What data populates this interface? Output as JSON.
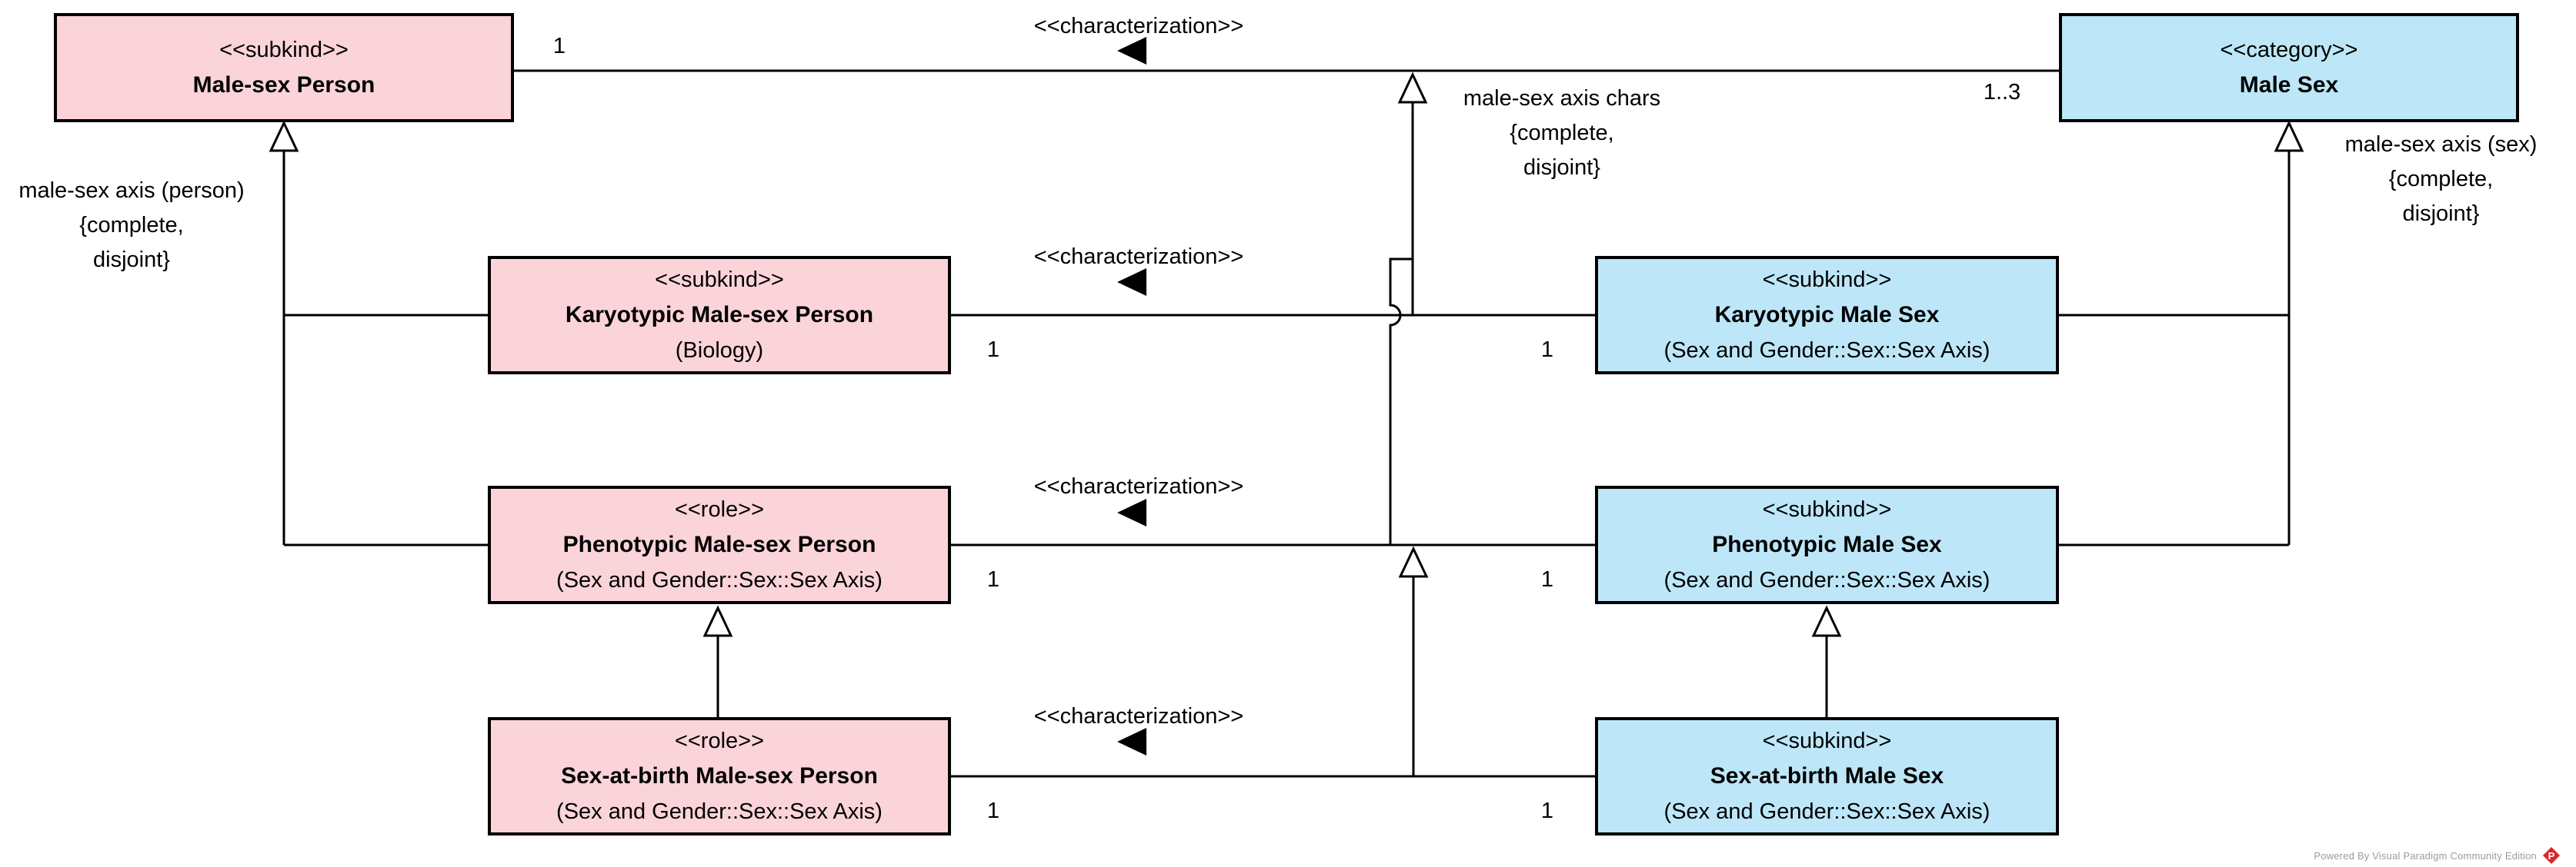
{
  "colors": {
    "class-pink": "#fbd4da",
    "class-blue": "#bde7f9",
    "line": "#000000",
    "watermark-text": "#9b9b9b",
    "logo-red": "#d9272e"
  },
  "classes": {
    "male_sex_person": {
      "stereotype": "<<subkind>>",
      "name": "Male-sex Person"
    },
    "male_sex": {
      "stereotype": "<<category>>",
      "name": "Male Sex"
    },
    "karyotypic_male_sex_person": {
      "stereotype": "<<subkind>>",
      "name": "Karyotypic Male-sex Person",
      "package": "(Biology)"
    },
    "karyotypic_male_sex": {
      "stereotype": "<<subkind>>",
      "name": "Karyotypic Male Sex",
      "package": "(Sex and Gender::Sex::Sex Axis)"
    },
    "phenotypic_male_sex_person": {
      "stereotype": "<<role>>",
      "name": "Phenotypic Male-sex Person",
      "package": "(Sex and Gender::Sex::Sex Axis)"
    },
    "phenotypic_male_sex": {
      "stereotype": "<<subkind>>",
      "name": "Phenotypic Male Sex",
      "package": "(Sex and Gender::Sex::Sex Axis)"
    },
    "sex_at_birth_male_sex_person": {
      "stereotype": "<<role>>",
      "name": "Sex-at-birth Male-sex Person",
      "package": "(Sex and Gender::Sex::Sex Axis)"
    },
    "sex_at_birth_male_sex": {
      "stereotype": "<<subkind>>",
      "name": "Sex-at-birth Male Sex",
      "package": "(Sex and Gender::Sex::Sex Axis)"
    }
  },
  "associations": {
    "characterization_label": "<<characterization>>",
    "top": {
      "person_end_multiplicity": "1",
      "sex_end_multiplicity": "1..3"
    },
    "karyotypic": {
      "person_end_multiplicity": "1",
      "sex_end_multiplicity": "1"
    },
    "phenotypic": {
      "person_end_multiplicity": "1",
      "sex_end_multiplicity": "1"
    },
    "sex_at_birth": {
      "person_end_multiplicity": "1",
      "sex_end_multiplicity": "1"
    }
  },
  "generalization_sets": {
    "person_axis": {
      "name": "male-sex axis (person)",
      "constraint_line1": "{complete,",
      "constraint_line2": "disjoint}"
    },
    "sex_axis": {
      "name": "male-sex axis (sex)",
      "constraint_line1": "{complete,",
      "constraint_line2": "disjoint}"
    },
    "chars_axis": {
      "name": "male-sex axis chars",
      "constraint_line1": "{complete,",
      "constraint_line2": "disjoint}"
    }
  },
  "watermark": {
    "text": "Powered By Visual Paradigm Community Edition",
    "logo_letter": "P"
  }
}
